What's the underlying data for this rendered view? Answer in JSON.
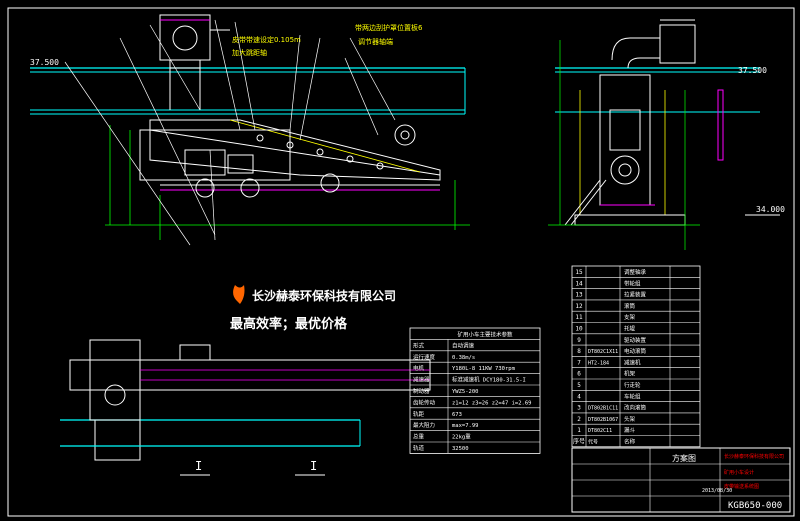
{
  "elevations": {
    "left_top": "37.500",
    "right_top": "37.500",
    "right_bottom": "34.000"
  },
  "annotations": {
    "note1": "皮带带速设定0.105m",
    "note2": "加大跳距轴",
    "note3": "带两边刮护罩位置板6",
    "note4": "调节器轴端"
  },
  "watermark": {
    "company": "长沙赫泰环保科技有限公司",
    "slogan": "最高效率；最优价格"
  },
  "spec_table": {
    "title": "矿用小车主要技术参数",
    "rows": [
      {
        "label": "形式",
        "value": "自动调速"
      },
      {
        "label": "运行速度",
        "value": "0.38m/s"
      },
      {
        "label": "电机",
        "value": "Y180L-8 11KW  730rpm"
      },
      {
        "label": "减速器",
        "value": "标准减速机  DCY180-31.5-I"
      },
      {
        "label": "制动器",
        "value": "YWZ5-200"
      },
      {
        "label": "齿轮传动",
        "value": "z1=12  z3=26  z2=47  i=2.69"
      },
      {
        "label": "轨距",
        "value": "673"
      },
      {
        "label": "最大阻力",
        "value": "max=7.99"
      },
      {
        "label": "总重",
        "value": "22kg重"
      },
      {
        "label": "轨道",
        "value": "32500"
      }
    ]
  },
  "parts_list": {
    "rows": [
      {
        "num": "15",
        "code": "",
        "name": "调整轴承"
      },
      {
        "num": "14",
        "code": "",
        "name": "带轮组"
      },
      {
        "num": "13",
        "code": "",
        "name": "拉紧装置"
      },
      {
        "num": "12",
        "code": "",
        "name": "滚筒"
      },
      {
        "num": "11",
        "code": "",
        "name": "支架"
      },
      {
        "num": "10",
        "code": "",
        "name": "托辊"
      },
      {
        "num": "9",
        "code": "",
        "name": "驱动装置"
      },
      {
        "num": "8",
        "code": "DT802C1X11",
        "name": "电动滚筒"
      },
      {
        "num": "7",
        "code": "HT2-184",
        "name": "减速机"
      },
      {
        "num": "6",
        "code": "",
        "name": "机架"
      },
      {
        "num": "5",
        "code": "",
        "name": "行走轮"
      },
      {
        "num": "4",
        "code": "",
        "name": "车轮组"
      },
      {
        "num": "3",
        "code": "DT802B1C11",
        "name": "改向滚筒"
      },
      {
        "num": "2",
        "code": "DT802B1067",
        "name": "头架"
      },
      {
        "num": "1",
        "code": "DT802C11",
        "name": "漏斗"
      }
    ],
    "header": {
      "num": "序号",
      "code": "代号",
      "name": "名称"
    }
  },
  "title_block": {
    "drawing_name": "方案图",
    "company_lines": [
      "长沙赫泰环保科技有限公司",
      "矿用小车设计",
      "皮带输送系统图"
    ],
    "drawing_number": "KGB650-000",
    "scale_date": "2013/08/30"
  }
}
